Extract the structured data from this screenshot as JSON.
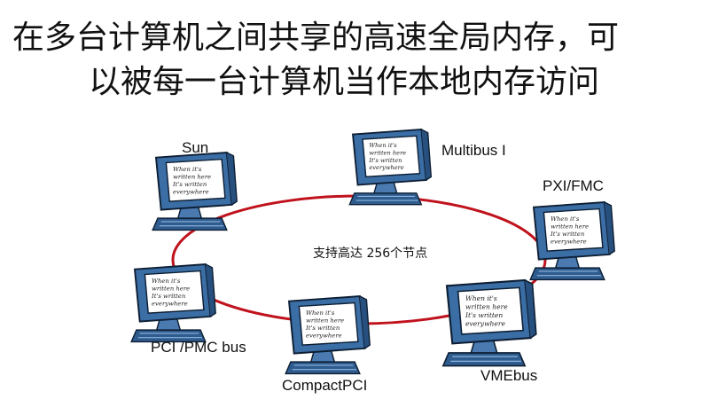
{
  "slide": {
    "title_line1": "在多台计算机之间共享的高速全局内存，可",
    "title_line2": "以被每一台计算机当作本地内存访问"
  },
  "diagram": {
    "ring_color": "#c0121c",
    "ring_label": "支持高达 256个节点",
    "screen_text": [
      "When it's",
      "written here",
      "It's written",
      "everywhere"
    ],
    "nodes": [
      {
        "id": "sun",
        "label": "Sun"
      },
      {
        "id": "multibus",
        "label": "Multibus I"
      },
      {
        "id": "pxi",
        "label": "PXI/FMC"
      },
      {
        "id": "pci",
        "label": "PCI /PMC bus"
      },
      {
        "id": "compactpci",
        "label": "CompactPCI"
      },
      {
        "id": "vme",
        "label": "VMEbus"
      }
    ]
  }
}
